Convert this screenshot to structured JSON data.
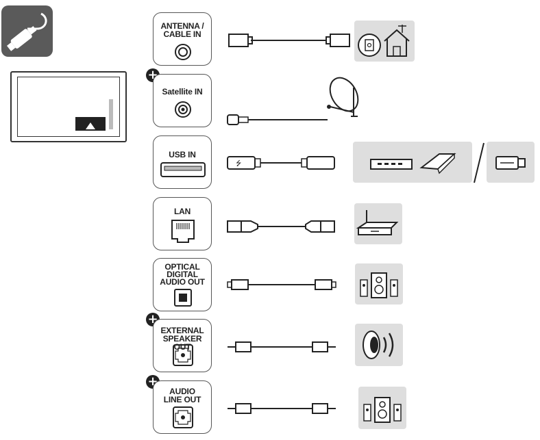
{
  "ports": [
    {
      "id": "antenna",
      "label": "ANTENNA /\nCABLE IN",
      "plus": false
    },
    {
      "id": "satellite",
      "label": "Satellite IN",
      "plus": true
    },
    {
      "id": "usb",
      "label": "USB IN",
      "plus": false
    },
    {
      "id": "lan",
      "label": "LAN",
      "plus": false
    },
    {
      "id": "optical",
      "label": "OPTICAL\nDIGITAL\nAUDIO OUT",
      "plus": false
    },
    {
      "id": "speaker",
      "label": "EXTERNAL\nSPEAKER OUT",
      "plus": true
    },
    {
      "id": "lineout",
      "label": "AUDIO\nLINE OUT",
      "plus": true
    }
  ],
  "plus_symbol": "+",
  "colors": {
    "panel": "#dedede",
    "tile": "#5a5a5a",
    "stroke": "#333333"
  },
  "icons": {
    "cable_tile": "cable-plug-icon",
    "tv": "tv-rear-icon",
    "devices": [
      "antenna-house-icon",
      "satellite-dish-icon",
      "usb-hdd-icon",
      "usb-stick-icon",
      "router-icon",
      "speaker-system-icon",
      "speaker-sound-icon",
      "speaker-system-icon"
    ]
  }
}
